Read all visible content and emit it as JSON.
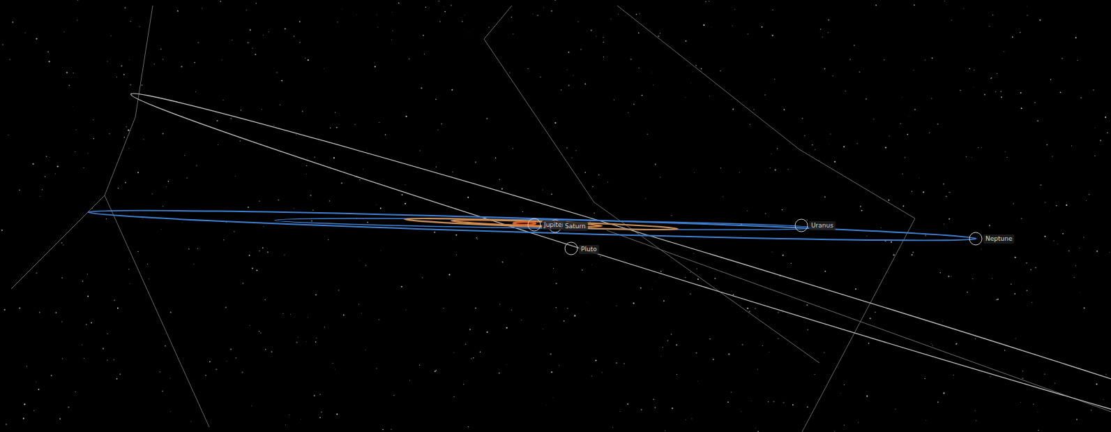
{
  "diagram": {
    "labels": [
      "Jupiter",
      "Saturn",
      "Uranus",
      "Neptune",
      "Pluto"
    ]
  }
}
